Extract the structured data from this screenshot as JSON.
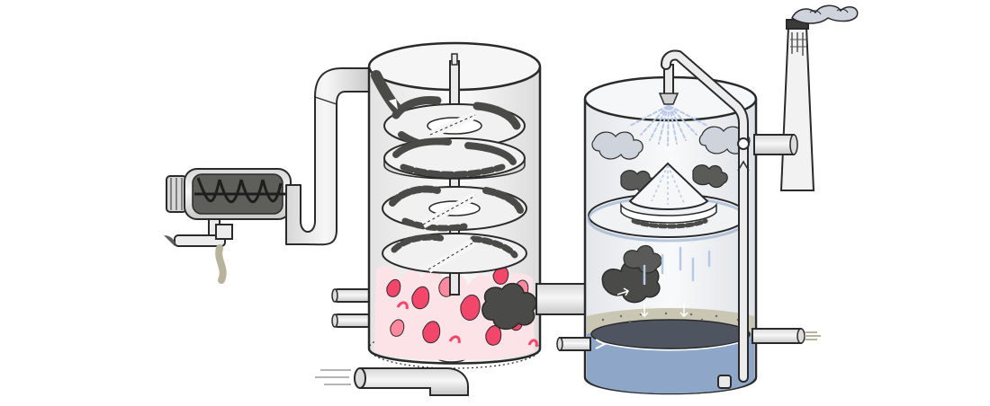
{
  "illustration": {
    "kind": "industrial process diagram",
    "text_labels": [],
    "components": [
      {
        "id": "screw-feeder",
        "icon": "screw-conveyor-icon"
      },
      {
        "id": "feed-pipe",
        "icon": "pipe-icon"
      },
      {
        "id": "multi-hearth-furnace",
        "icon": "furnace-icon"
      },
      {
        "id": "rotating-shaft",
        "icon": "shaft-icon"
      },
      {
        "id": "hearth-trays",
        "icon": "tray-icon"
      },
      {
        "id": "burner-inlets",
        "icon": "pipe-icon"
      },
      {
        "id": "ash-outlet-pipe",
        "icon": "pipe-icon"
      },
      {
        "id": "gas-transfer-pipe",
        "icon": "pipe-icon"
      },
      {
        "id": "wet-scrubber",
        "icon": "scrubber-icon"
      },
      {
        "id": "spray-nozzle",
        "icon": "spray-icon"
      },
      {
        "id": "recirculation-loop",
        "icon": "pipe-icon"
      },
      {
        "id": "water-pool",
        "icon": "water-icon"
      },
      {
        "id": "chimney-stack",
        "icon": "chimney-icon"
      },
      {
        "id": "smoke-plume",
        "icon": "smoke-icon"
      }
    ]
  },
  "colors": {
    "outline": "#2a2a2a",
    "pipe_fill": "#f1f1f1",
    "pipe_shade": "#cfcfcf",
    "sludge": "#4a4a48",
    "sludge_dark": "#333331",
    "flame": "#f2476a",
    "flame_light": "#ff8aa0",
    "glass": "#eef0f3",
    "water": "#8ea7c9",
    "water_dark": "#4f5560",
    "sediment": "#c9c6b4",
    "spray": "#b8c9e6",
    "smoke_light": "#cfd3db",
    "ash": "#b8b39c"
  }
}
